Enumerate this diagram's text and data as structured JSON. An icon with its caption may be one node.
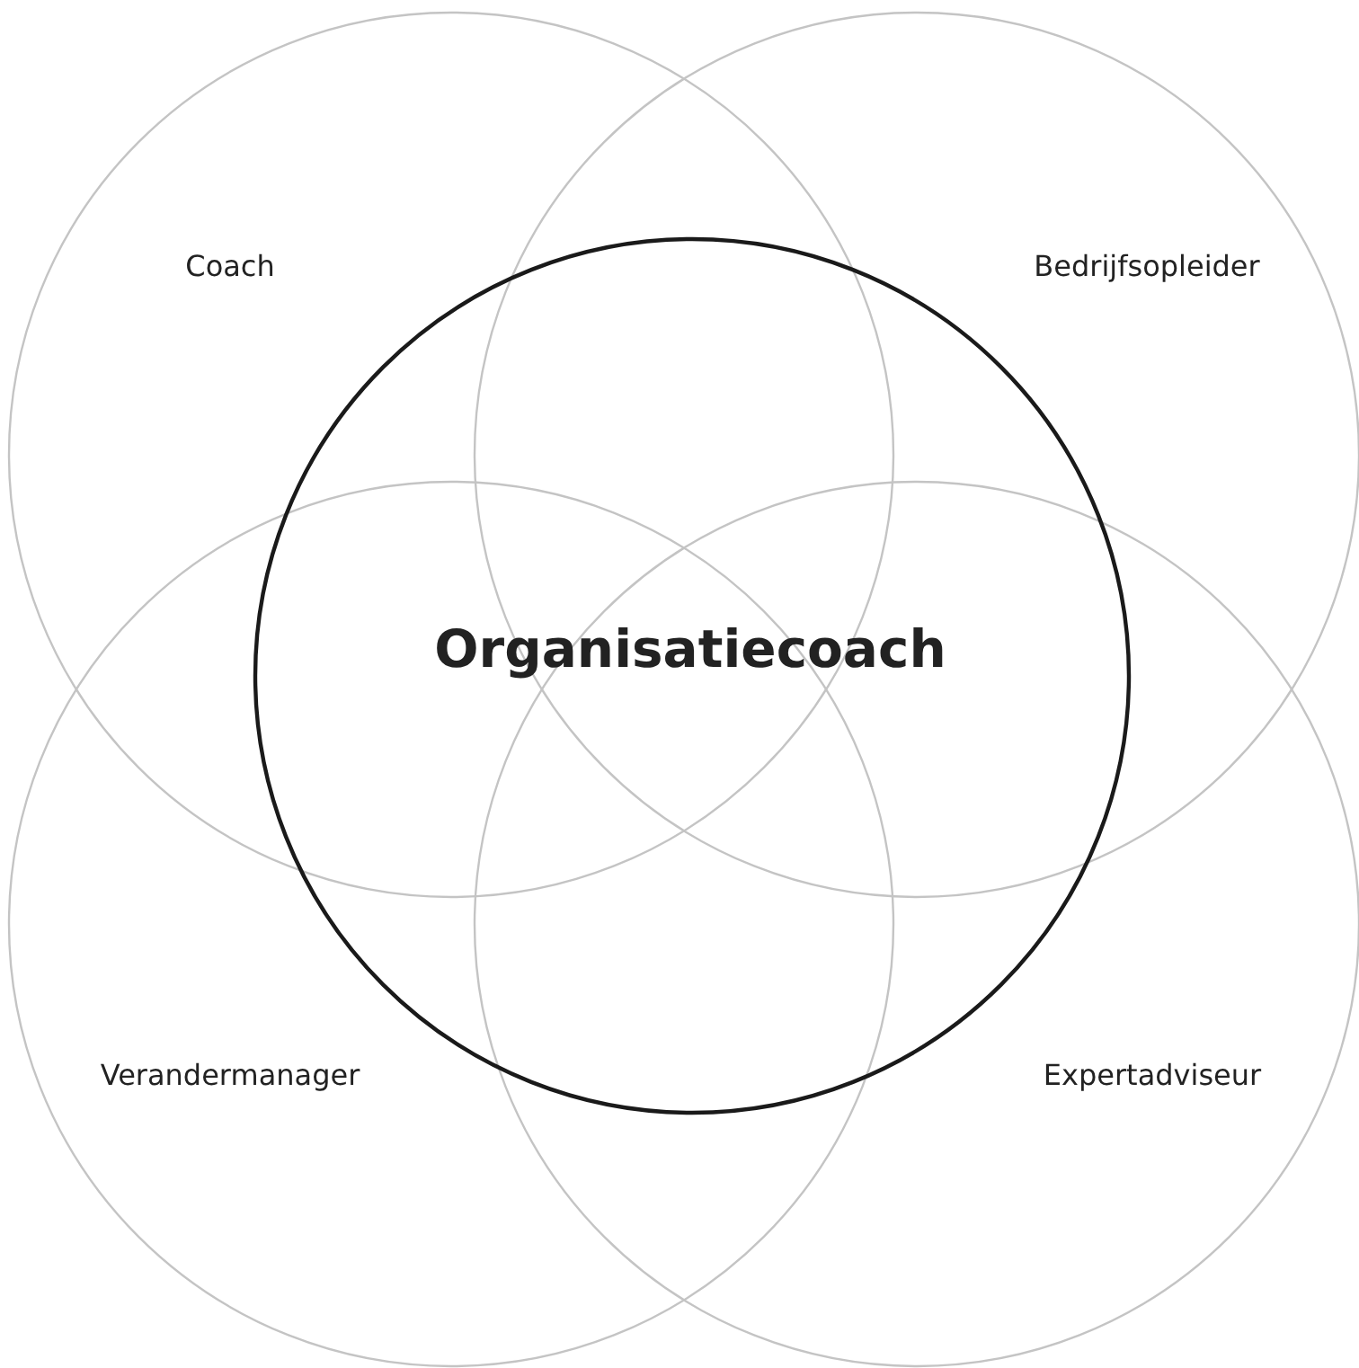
{
  "diagram": {
    "nodes": [
      {
        "text": [
          "Coach"
        ]
      },
      {
        "text": [
          "Bedrijfsopleider"
        ]
      },
      {
        "text": [
          "Organisatiecoach"
        ]
      },
      {
        "text": [
          "Verandermanager"
        ]
      },
      {
        "text": [
          "Expertadviseur"
        ]
      }
    ]
  }
}
